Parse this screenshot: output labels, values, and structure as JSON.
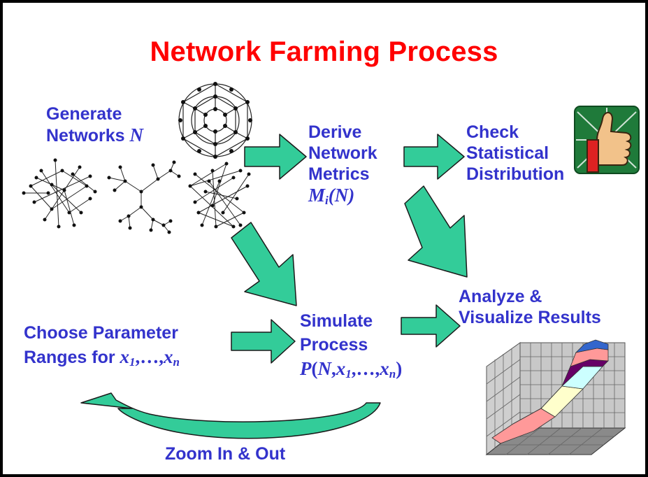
{
  "title": "Network Farming Process",
  "colors": {
    "title": "#ff0000",
    "label": "#3333cc",
    "arrow": "#33cc99",
    "border": "#000000"
  },
  "nodes": {
    "generate": {
      "line1": "Generate",
      "line2": "Networks",
      "var": "N"
    },
    "derive": {
      "line1": "Derive",
      "line2": "Network",
      "line3": "Metrics",
      "formula_main": "M",
      "formula_sub": "i",
      "formula_arg": "(N)"
    },
    "check": {
      "line1": "Check",
      "line2": "Statistical",
      "line3": "Distribution"
    },
    "analyze": {
      "line1": "Analyze &",
      "line2": "Visualize Results"
    },
    "choose": {
      "line1": "Choose Parameter",
      "line2": "Ranges for",
      "x1": "x",
      "x1_sub": "1",
      "ellipsis": ",…,",
      "xn": "x",
      "xn_sub": "n"
    },
    "simulate": {
      "line1": "Simulate",
      "line2": "Process",
      "f_p": "P",
      "f_open": "(",
      "f_n": "N",
      "f_c1": ",",
      "f_x1": "x",
      "f_x1_sub": "1",
      "f_dots": ",…,",
      "f_xn": "x",
      "f_xn_sub": "n",
      "f_close": ")"
    },
    "zoom": {
      "label": "Zoom In & Out"
    }
  },
  "icons": {
    "thumbs_up": "thumbs-up-icon",
    "buckyball": "buckyball-network-icon",
    "random_net": "random-network-icon",
    "tree_net": "tree-network-icon",
    "dense_net": "dense-network-icon",
    "surface": "3d-surface-plot-icon"
  }
}
